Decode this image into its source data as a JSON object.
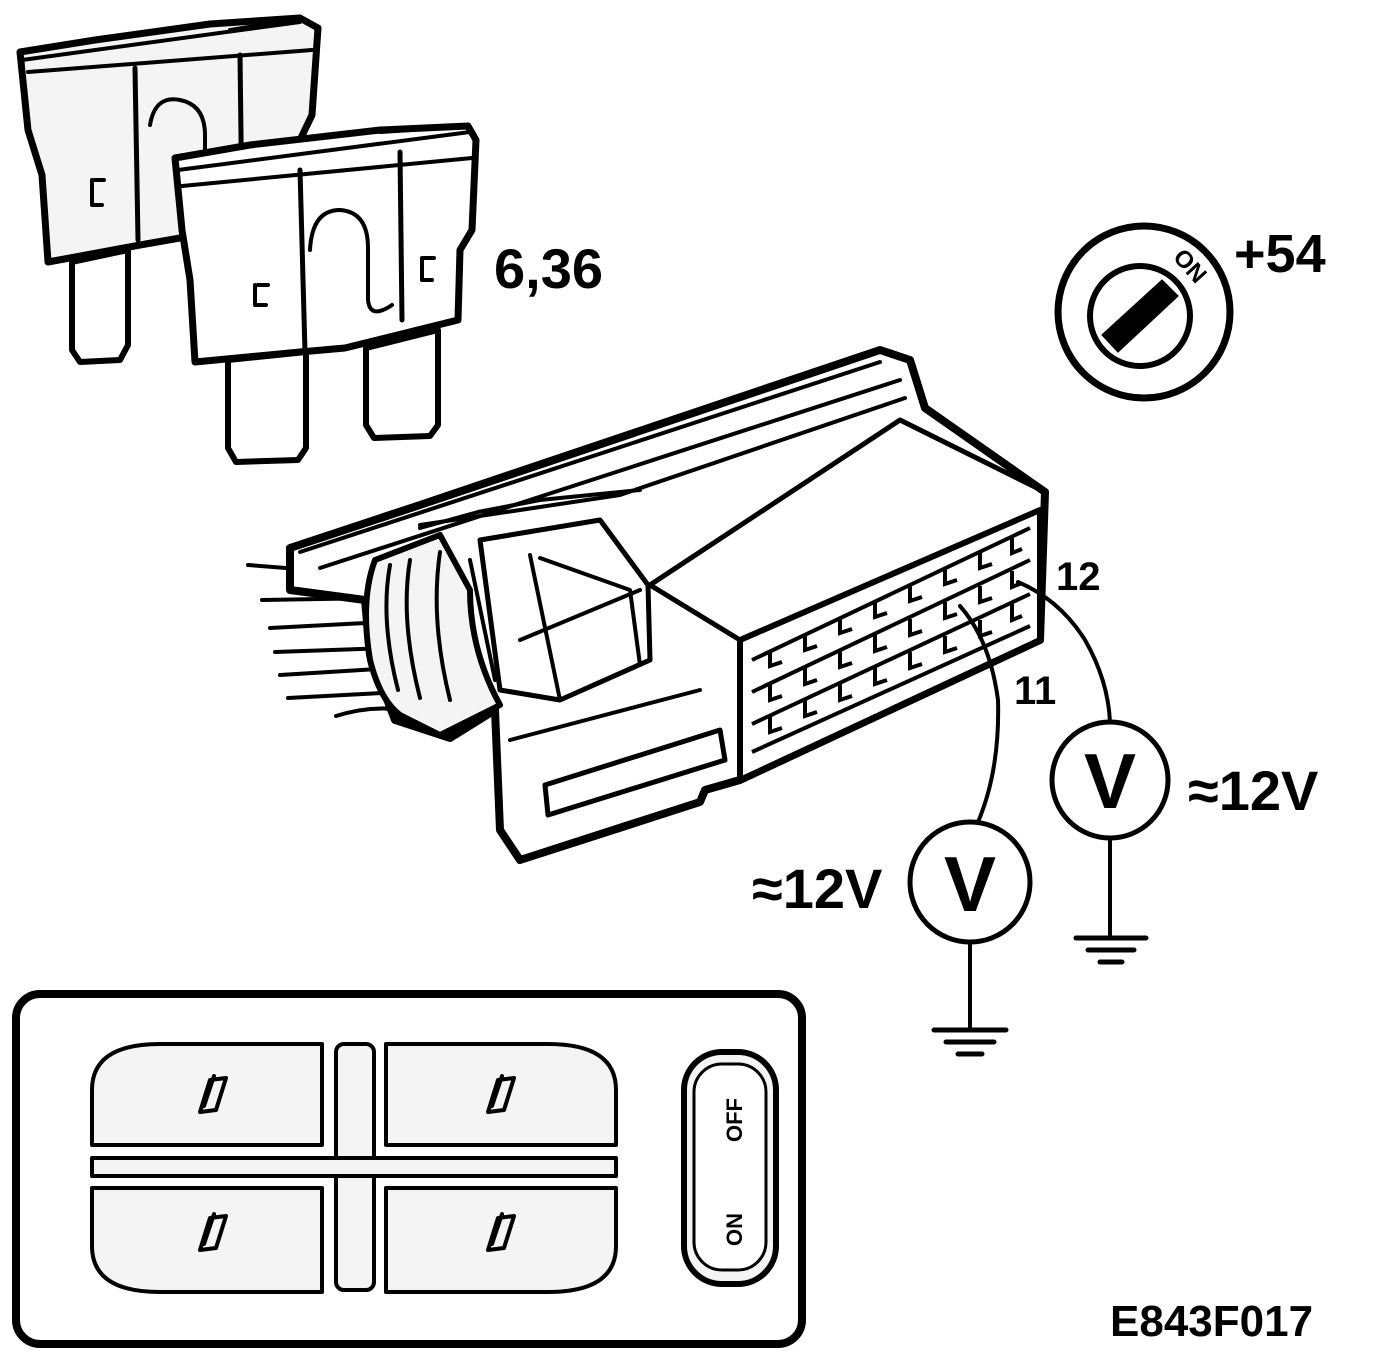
{
  "labels": {
    "fuse_numbers": "6,36",
    "ignition_terminal": "+54",
    "pin_12": "12",
    "pin_11": "11",
    "voltage_right": "≈12V",
    "voltage_left": "≈12V",
    "figure_code": "E843F017"
  },
  "meters": {
    "right_symbol": "V",
    "left_symbol": "V"
  },
  "ignition": {
    "position_label": "ON"
  },
  "switch_panel": {
    "rocker_top_label": "OFF",
    "rocker_bottom_label": "ON"
  }
}
